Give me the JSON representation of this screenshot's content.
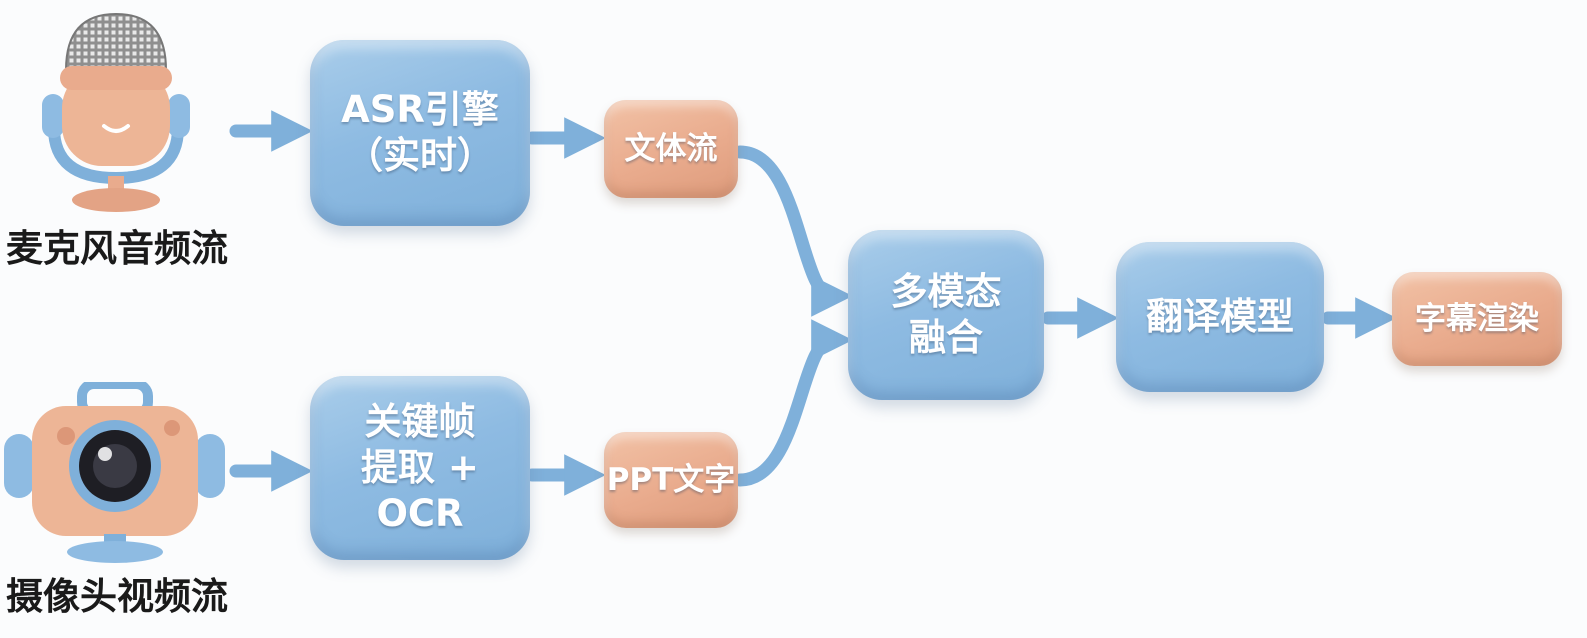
{
  "colors": {
    "process_box": "#8ebbe2",
    "data_box": "#e9ab8d",
    "arrow": "#7fb0da",
    "label_text": "#1a1a1a"
  },
  "sources": {
    "microphone": {
      "icon": "microphone-icon",
      "label": "麦克风音频流"
    },
    "camera": {
      "icon": "camera-icon",
      "label": "摄像头视频流"
    }
  },
  "nodes": {
    "asr": "ASR引擎\n（实时）",
    "text_stream": "文体流",
    "keyframe": "关键帧\n提取 +\nOCR",
    "ppt_text": "PPT文字",
    "fusion": "多模态\n融合",
    "translation": "翻译模型",
    "subtitle": "字幕渲染"
  }
}
